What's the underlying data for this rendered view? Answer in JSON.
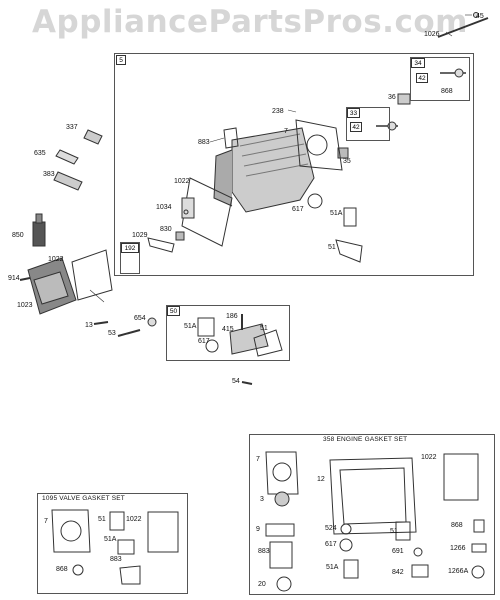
{
  "watermark": "AppliancePartsPros.com",
  "kits": {
    "valve_gasket_set": "1095 VALVE GASKET SET",
    "engine_gasket_set": "358 ENGINE GASKET SET"
  },
  "box_numbers": {
    "b5": "5",
    "b34": "34",
    "b42a": "42",
    "b33": "33",
    "b42b": "42",
    "b192": "192",
    "b50": "50"
  },
  "callouts": {
    "c45": "45",
    "c1026": "1026",
    "c868a": "868",
    "c36": "36",
    "c238": "238",
    "c7a": "7",
    "c883a": "883",
    "c35": "35",
    "c337": "337",
    "c635": "635",
    "c383": "383",
    "c1022a": "1022",
    "c1034": "1034",
    "c617a": "617",
    "c51Aa": "51A",
    "c1029": "1029",
    "c830": "830",
    "c51a": "51",
    "c850": "850",
    "c1022b": "1022",
    "c914": "914",
    "c1023": "1023",
    "c654": "654",
    "c13": "13",
    "c53": "53",
    "c186": "186",
    "c51Ab": "51A",
    "c415": "415",
    "c51b": "51",
    "c617b": "617",
    "c54": "54",
    "c7b": "7",
    "c51c": "51",
    "c1022c": "1022",
    "c51Ac": "51A",
    "c883b": "883",
    "c868b": "868",
    "c7c": "7",
    "c12": "12",
    "c1022d": "1022",
    "c3": "3",
    "c9": "9",
    "c524": "524",
    "c51d": "51",
    "c868c": "868",
    "c883c": "883",
    "c617c": "617",
    "c691": "691",
    "c1266": "1266",
    "c20": "20",
    "c51Ad": "51A",
    "c842": "842",
    "c1266A": "1266A"
  }
}
